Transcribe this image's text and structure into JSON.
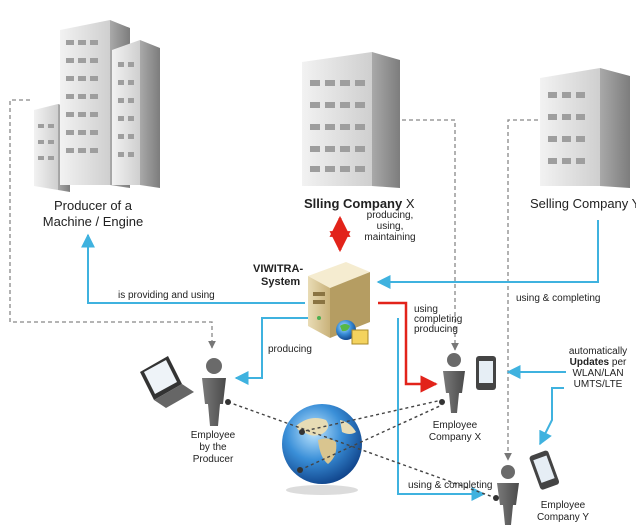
{
  "labels": {
    "producer": [
      "Producer of a",
      "Machine / Engine"
    ],
    "selling_x_bold": "Slling Company",
    "selling_x_rest": " X",
    "selling_y": "Selling Company Y",
    "viwitra": [
      "VIWITRA-",
      "System"
    ],
    "producing_using_maintaining": [
      "producing,",
      "using,",
      "maintaining"
    ],
    "is_providing_and_using": "is providing and using",
    "using_and_completing_right": "using & completing",
    "producing": "producing",
    "using_completing_producing": [
      "using",
      "completing",
      "producing"
    ],
    "auto_updates": {
      "line1": "automatically",
      "line2_bold": "Updates",
      "line2_rest": " per",
      "line3": "WLAN/LAN",
      "line4": "UMTS/LTE"
    },
    "employee_producer": [
      "Employee",
      "by the",
      "Producer"
    ],
    "employee_x": [
      "Employee",
      "Company X"
    ],
    "employee_y": [
      "Employee",
      "Company Y"
    ],
    "using_and_completing_bottom": "using & completing"
  },
  "colors": {
    "blue_arrow": "#3fb2df",
    "red_arrow": "#e2231a",
    "dashed": "#888888"
  }
}
